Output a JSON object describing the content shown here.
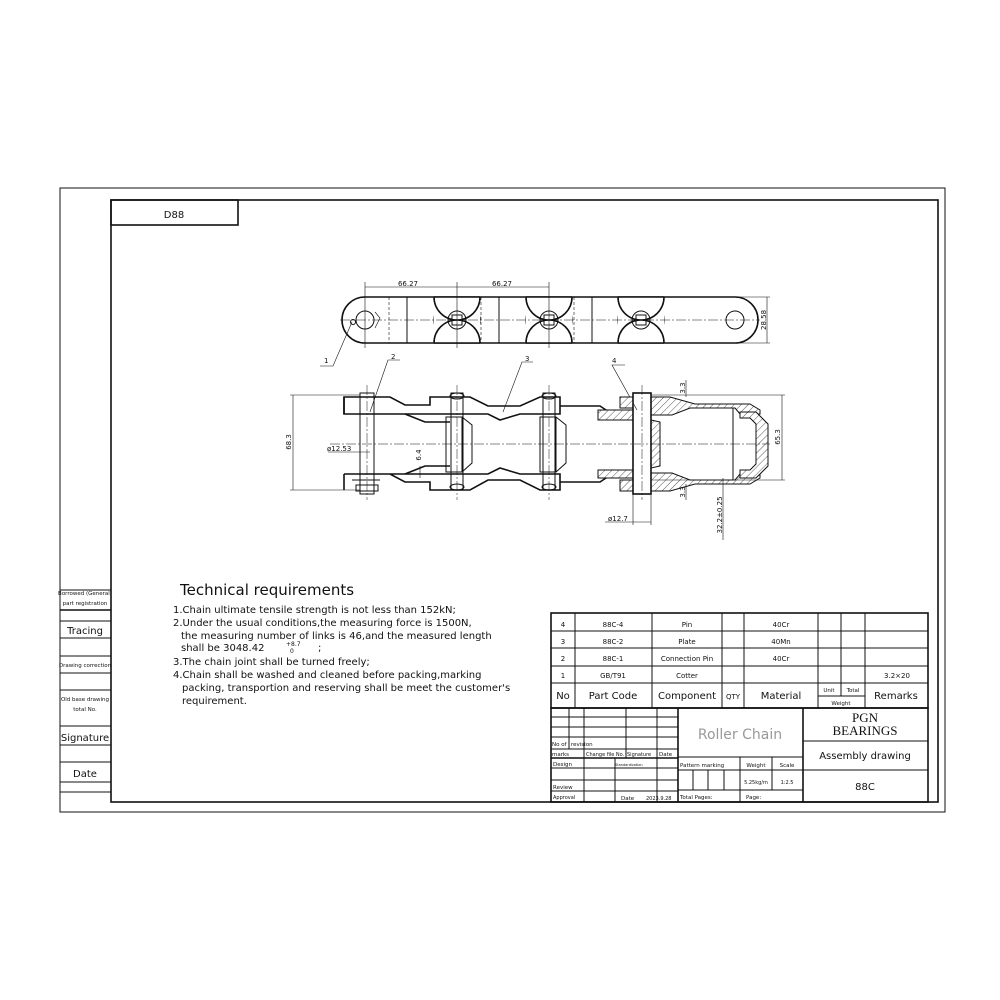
{
  "drawing_no": "D88",
  "dimensions": {
    "pitch_1": "66.27",
    "pitch_2": "66.27",
    "plate_height": "28.58",
    "outer_width": "68.3",
    "pin_dia": "ø12.53",
    "plate_thk": "6.4",
    "inner_width": "65.3",
    "top_thk": "3.3",
    "bottom_thk": "3.3",
    "roller_dia": "ø12.7",
    "inner_gap": "32.2±0.25"
  },
  "callouts": [
    "1",
    "2",
    "3",
    "4"
  ],
  "margin": {
    "borrowed_1": "Borrowed (General)",
    "borrowed_2": "part registration",
    "tracing": "Tracing",
    "correction": "Drawing correction",
    "old_base_1": "Old base drawing",
    "old_base_2": "total No.",
    "signature": "Signature",
    "date": "Date"
  },
  "tech": {
    "title": "Technical requirements",
    "lines": [
      "1.Chain ultimate tensile strength is not less than 152kN;",
      "2.Under the usual conditions,the measuring force is 1500N,",
      "the measuring number of links is 46,and the measured length",
      "shall be 3048.42",
      "3.The chain joint shall be turned freely;",
      "4.Chain shall be washed and cleaned before packing,marking",
      "packing, transportion and reserving shall be meet the customer's",
      "requirement."
    ],
    "tol_upper": "+8.7",
    "tol_lower": "0",
    "tol_end": ";"
  },
  "bom": {
    "rows": [
      {
        "no": "4",
        "code": "88C-4",
        "component": "Pin",
        "qty": "",
        "material": "40Cr",
        "remarks": ""
      },
      {
        "no": "3",
        "code": "88C-2",
        "component": "Plate",
        "qty": "",
        "material": "40Mn",
        "remarks": ""
      },
      {
        "no": "2",
        "code": "88C-1",
        "component": "Connection Pin",
        "qty": "",
        "material": "40Cr",
        "remarks": ""
      },
      {
        "no": "1",
        "code": "GB/T91",
        "component": "Cotter",
        "qty": "",
        "material": "",
        "remarks": "3.2×20"
      }
    ],
    "header": {
      "no": "No",
      "code": "Part Code",
      "component": "Component",
      "qty": "QTY",
      "material": "Material",
      "unit": "Unit",
      "total": "Total",
      "weight": "Weight",
      "remarks": "Remarks"
    }
  },
  "title_block": {
    "name": "Roller Chain",
    "company_1": "PGN",
    "company_2": "BEARINGS",
    "drawing_type": "Assembly drawing",
    "model": "88C",
    "no_of_marks": "No of",
    "marks": "marks",
    "revision": "revision",
    "change_file": "Change file No.",
    "signature": "Signature",
    "date_h": "Date",
    "design": "Design",
    "standardization": "Standardization",
    "review": "Review",
    "approval": "Approval",
    "date_label": "Date",
    "date_value": "2023.9.28",
    "pattern_marking": "Pattern marking",
    "weight_label": "Weight",
    "scale_label": "Scale",
    "weight_value": "5.25kg/m",
    "scale_value": "1:2.5",
    "total_pages": "Total Pages:",
    "page": "Page:"
  }
}
